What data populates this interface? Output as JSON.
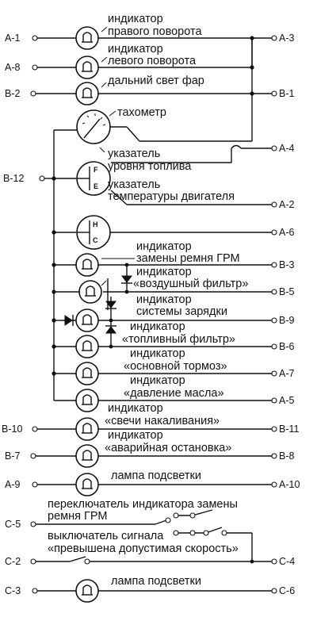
{
  "labels": {
    "right_turn_1": "индикатор",
    "right_turn_2": "правого поворота",
    "left_turn_1": "индикатор",
    "left_turn_2": "левого поворота",
    "high_beam": "дальний свет фар",
    "tachometer": "тахометр",
    "fuel_1": "указатель",
    "fuel_2": "уровня топлива",
    "temp_1": "указатель",
    "temp_2": "температуры двигателя",
    "timing_belt_1": "индикатор",
    "timing_belt_2": "замены ремня ГРМ",
    "air_filter_1": "индикатор",
    "air_filter_2": "«воздушный фильтр»",
    "charge_1": "индикатор",
    "charge_2": "системы зарядки",
    "fuel_filter_1": "индикатор",
    "fuel_filter_2": "«топливный фильтр»",
    "brake_1": "индикатор",
    "brake_2": "«основной тормоз»",
    "oil_1": "индикатор",
    "oil_2": "«давление масла»",
    "glow_1": "индикатор",
    "glow_2": "«свечи накаливания»",
    "emergency_1": "индикатор",
    "emergency_2": "«аварийная остановка»",
    "backlight_1": "лампа подсветки",
    "belt_switch_1": "переключатель индикатора замены",
    "belt_switch_2": "ремня ГРМ",
    "speed_switch_1": "выключатель сигнала",
    "speed_switch_2": "«превышена допустимая скорость»",
    "backlight_2": "лампа подсветки"
  },
  "pins": {
    "a1": "A-1",
    "a8": "A-8",
    "b2": "B-2",
    "b12": "B-12",
    "b10": "B-10",
    "b7": "B-7",
    "a9": "A-9",
    "c5": "C-5",
    "c2": "C-2",
    "c3": "C-3",
    "a3": "A-3",
    "b1": "B-1",
    "a4": "A-4",
    "a2": "A-2",
    "a6": "A-6",
    "b3": "B-3",
    "b5": "B-5",
    "b9": "B-9",
    "b6": "B-6",
    "a7": "A-7",
    "a5": "A-5",
    "b11": "B-11",
    "b8": "B-8",
    "a10": "A-10",
    "c4": "C-4",
    "c6": "C-6"
  },
  "gauges": {
    "fuel_full": "F",
    "fuel_empty": "E",
    "temp_high": "H",
    "temp_cold": "C"
  },
  "icons": {
    "lamp": "lamp-bulb-icon",
    "diode": "diode-icon",
    "switch": "switch-icon",
    "tachometer": "tachometer-dial-icon"
  }
}
